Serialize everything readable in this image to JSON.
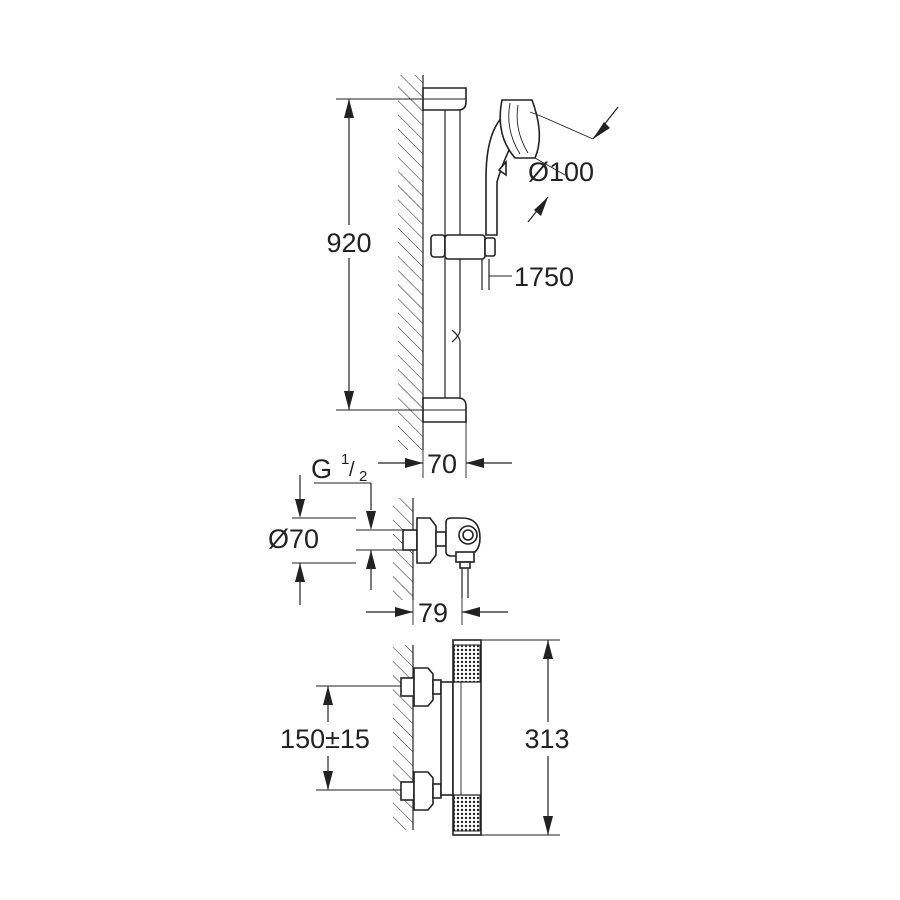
{
  "dimensions": {
    "rail_length": "920",
    "head_diameter": "Ø100",
    "hose_length": "1750",
    "wall_offset": "70",
    "thread_prefix": "G",
    "thread_num": "1",
    "thread_den": "2",
    "escutcheon_diameter": "Ø70",
    "mixer_depth": "79",
    "inlet_spacing": "150±15",
    "mixer_height": "313"
  },
  "colors": {
    "line": "#222222",
    "background": "#ffffff"
  }
}
